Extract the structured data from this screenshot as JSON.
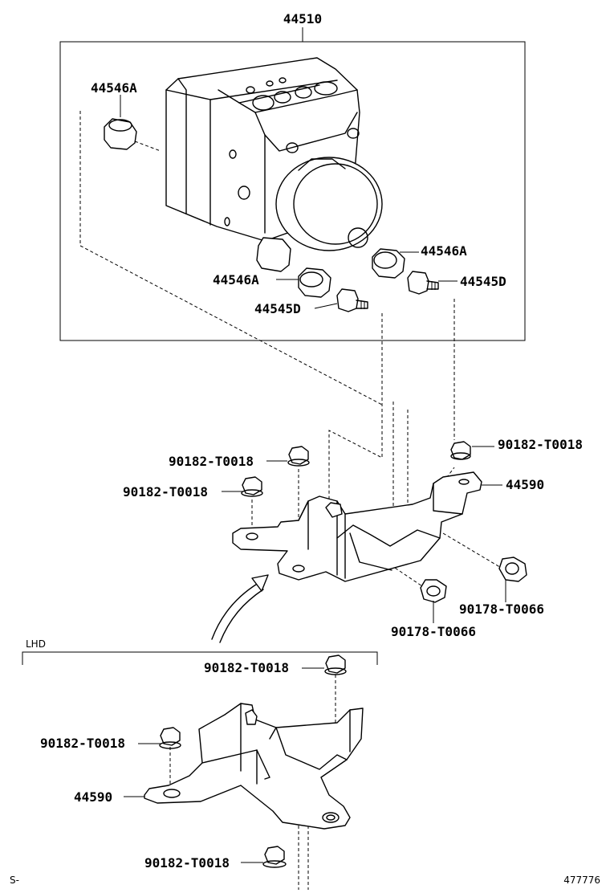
{
  "labels": {
    "main_assembly": "44510",
    "l_44546a_top": "44546A",
    "l_44546a_right": "44546A",
    "l_44546a_left": "44546A",
    "l_44545d_right": "44545D",
    "l_44545d_left": "44545D",
    "l_90182_r1": "90182-T0018",
    "l_90182_l1": "90182-T0018",
    "l_90182_l2": "90182-T0018",
    "l_44590_top": "44590",
    "l_90178_r": "90178-T0066",
    "l_90178_b": "90178-T0066",
    "lhd": "LHD",
    "l_90182_lhd1": "90182-T0018",
    "l_90182_lhd2": "90182-T0018",
    "l_44590_lhd": "44590",
    "l_90182_lhd3": "90182-T0018",
    "corner_left": "S-",
    "corner_right": "477776"
  }
}
